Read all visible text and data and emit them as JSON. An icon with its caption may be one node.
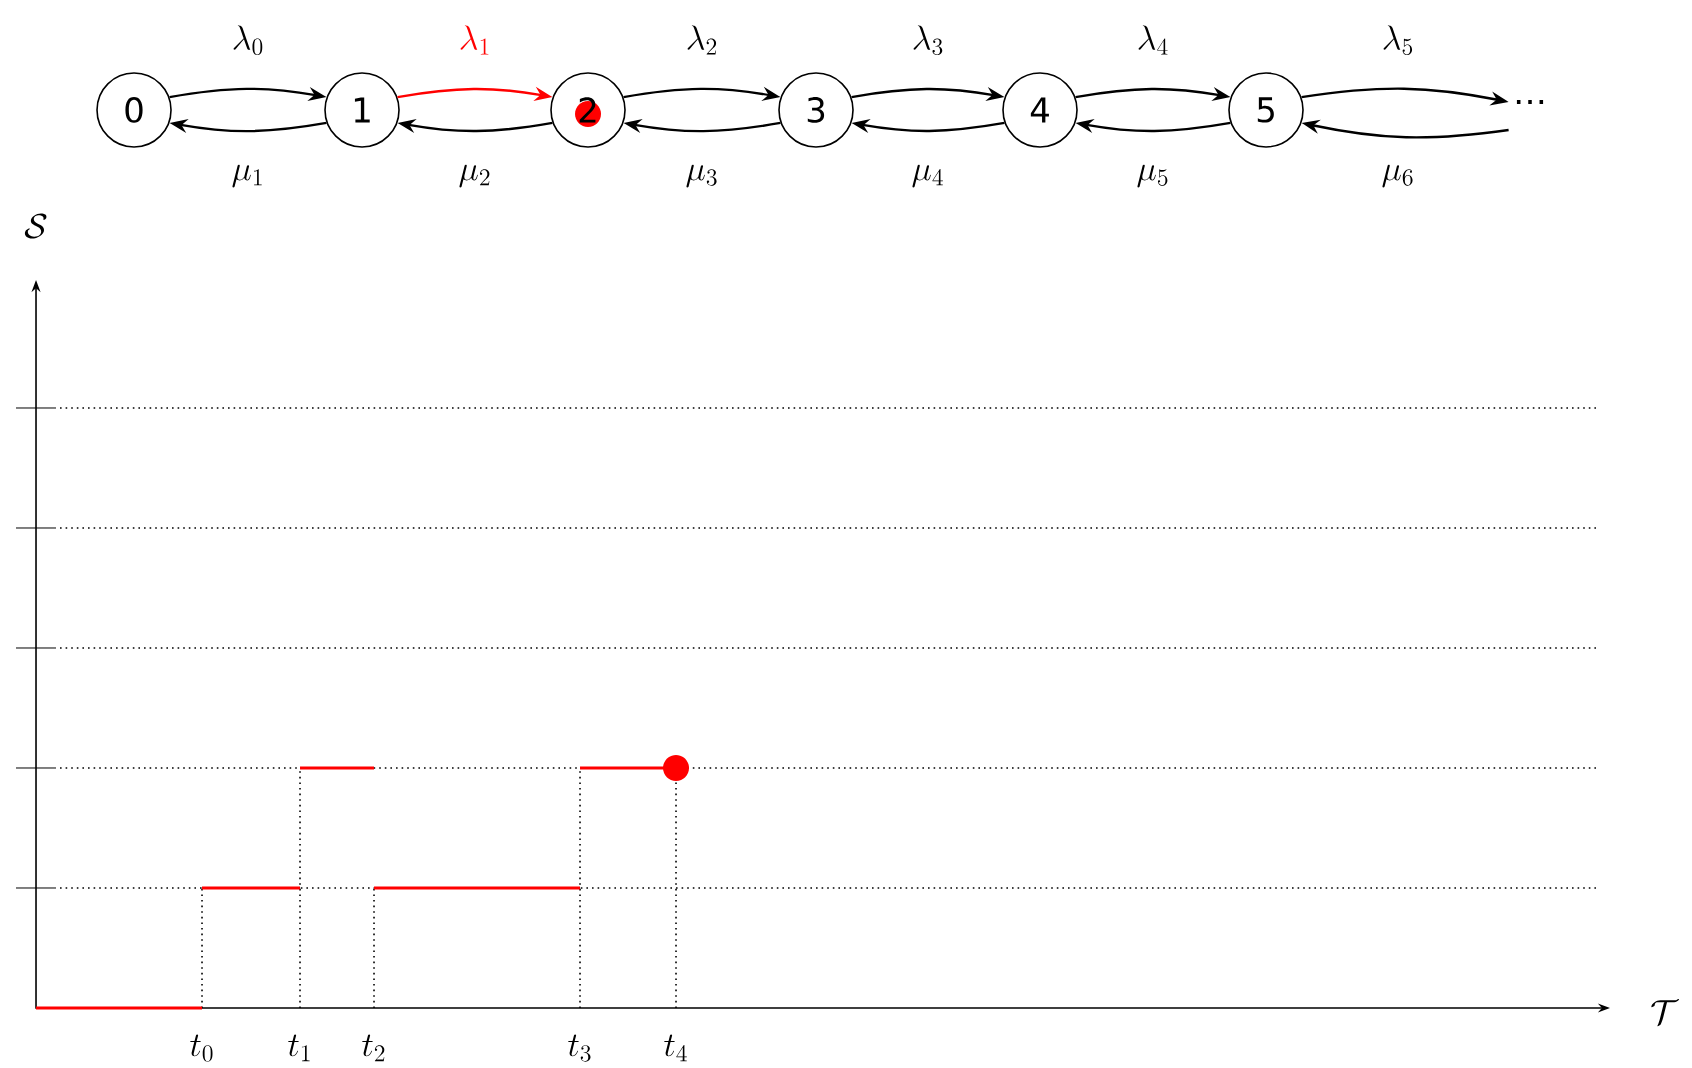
{
  "diagram": {
    "nodes": [
      {
        "text": [
          "0"
        ]
      },
      {
        "text": [
          "1"
        ]
      },
      {
        "text": [
          "2"
        ]
      },
      {
        "text": [
          "3"
        ]
      },
      {
        "text": [
          "4"
        ]
      },
      {
        "text": [
          "5"
        ]
      },
      {
        "text": [
          "…"
        ]
      }
    ],
    "edges": [
      {
        "from": 0,
        "to": 1,
        "arrow": "to",
        "label": "\\lambda_0"
      },
      {
        "from": 1,
        "to": 0,
        "arrow": "to",
        "label": "\\mu_1"
      },
      {
        "from": 1,
        "to": 2,
        "arrow": "to",
        "label": "\\lambda_1",
        "color": "#ff0000"
      },
      {
        "from": 2,
        "to": 1,
        "arrow": "to",
        "label": "\\mu_2"
      },
      {
        "from": 2,
        "to": 3,
        "arrow": "to",
        "label": "\\lambda_2"
      },
      {
        "from": 3,
        "to": 2,
        "arrow": "to",
        "label": "\\mu_3"
      },
      {
        "from": 3,
        "to": 4,
        "arrow": "to",
        "label": "\\lambda_3"
      },
      {
        "from": 4,
        "to": 3,
        "arrow": "to",
        "label": "\\mu_4"
      },
      {
        "from": 4,
        "to": 5,
        "arrow": "to",
        "label": "\\lambda_4"
      },
      {
        "from": 5,
        "to": 4,
        "arrow": "to",
        "label": "\\mu_5"
      },
      {
        "from": 5,
        "to": 6,
        "arrow": "to",
        "label": "\\lambda_5"
      },
      {
        "from": 6,
        "to": 5,
        "arrow": "to",
        "label": "\\mu_6"
      }
    ],
    "labels": [
      "\\mathcal{S}",
      "\\mathcal{T}",
      "t_0",
      "t_1",
      "t_2",
      "t_3",
      "t_4"
    ]
  }
}
